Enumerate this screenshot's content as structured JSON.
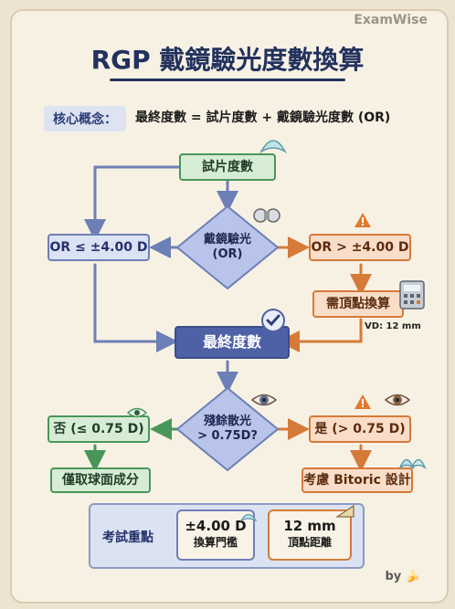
{
  "brand": "ExamWise",
  "title": "RGP 戴鏡驗光度數換算",
  "core": {
    "label": "核心概念：",
    "formula": "最終度數 = 試片度數 + 戴鏡驗光度數 (OR)"
  },
  "flow": {
    "trial": "試片度數",
    "decision1": [
      "戴鏡驗光",
      "(OR)"
    ],
    "left1": "OR ≤ ±4.00 D",
    "right1": "OR > ±4.00 D",
    "vertex": "需頂點換算",
    "vd_note": "VD: 12 mm",
    "final": "最終度數",
    "decision2": [
      "殘餘散光",
      "> 0.75D?"
    ],
    "left2": "否 (≤ 0.75 D)",
    "right2": "是 (> 0.75 D)",
    "left2_result": "僅取球面成分",
    "right2_result": "考慮 Bitoric 設計"
  },
  "exam": {
    "title": "考試重點",
    "card1": {
      "value": "±4.00 D",
      "label": "換算門檻"
    },
    "card2": {
      "value": "12 mm",
      "label": "頂點距離"
    }
  },
  "footer": {
    "by": "by"
  },
  "colors": {
    "navy": "#22325e",
    "green": "#49965a",
    "blue": "#6d7fb7",
    "orange": "#d57a39"
  }
}
